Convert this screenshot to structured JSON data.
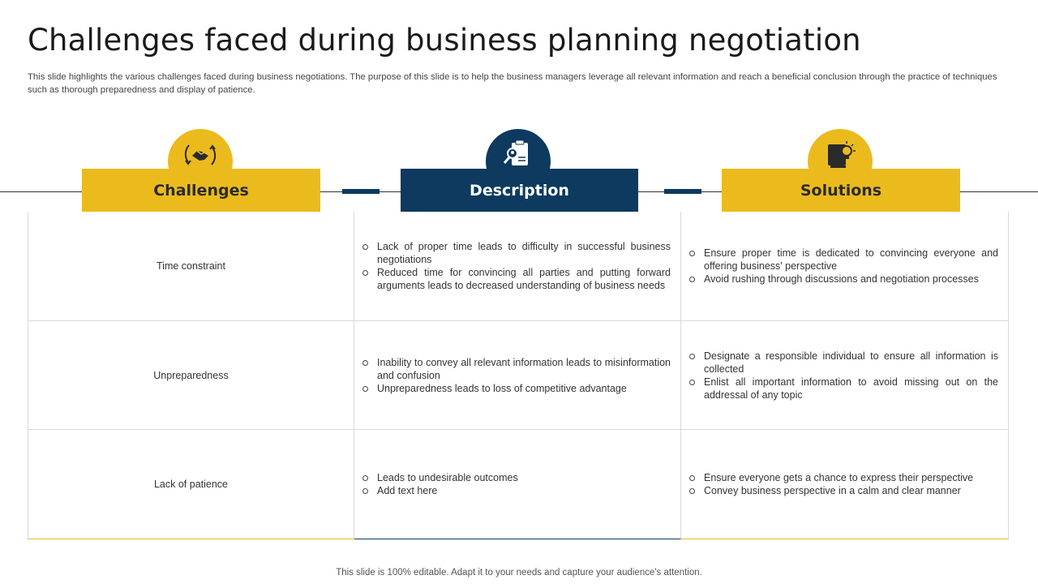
{
  "title": "Challenges faced during business planning negotiation",
  "subtitle": "This slide highlights the various challenges faced during business negotiations. The purpose of this slide is to help the business managers leverage all relevant information and reach a beneficial conclusion through the practice of techniques such as thorough preparedness and display of patience.",
  "headers": {
    "challenges": "Challenges",
    "description": "Description",
    "solutions": "Solutions"
  },
  "colors": {
    "accent_yellow": "#ebbb1d",
    "accent_navy": "#0d3a5e"
  },
  "icons": {
    "challenges": "handshake-icon",
    "description": "clipboard-search-icon",
    "solutions": "book-lightbulb-icon"
  },
  "rows": [
    {
      "challenge": "Time constraint",
      "description": [
        "Lack of proper time leads to  difficulty in successful business negotiations",
        "Reduced time for convincing all parties and putting forward arguments leads to decreased understanding of business needs"
      ],
      "solutions": [
        "Ensure proper time is dedicated to convincing  everyone  and offering business' perspective",
        "Avoid rushing through discussions and negotiation processes"
      ]
    },
    {
      "challenge": "Unpreparedness",
      "description": [
        "Inability to convey  all relevant  information leads to misinformation and confusion",
        "Unpreparedness  leads to loss of competitive advantage"
      ],
      "solutions": [
        "Designate a responsible individual  to ensure  all information  is collected",
        "Enlist all important information to avoid missing out on the addressal of any topic"
      ]
    },
    {
      "challenge": "Lack of patience",
      "description": [
        "Leads to undesirable outcomes",
        "Add text here"
      ],
      "solutions": [
        "Ensure everyone  gets a chance to express their perspective",
        "Convey  business perspective  in a calm and clear manner"
      ]
    }
  ],
  "footer": "This slide is 100% editable. Adapt it to your needs and capture your audience's attention."
}
